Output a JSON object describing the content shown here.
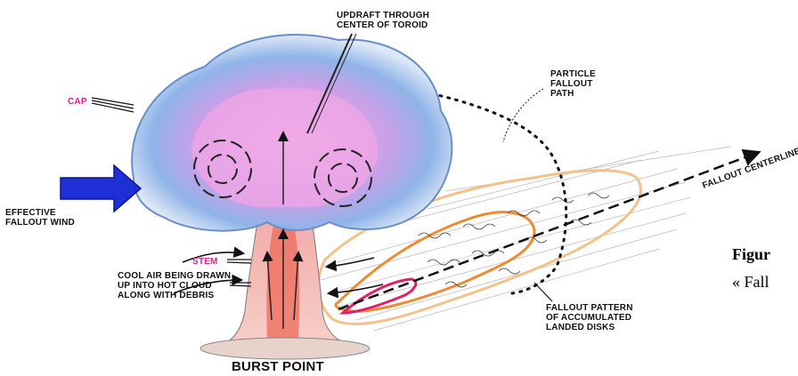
{
  "labels": {
    "updraft": [
      "UPDRAFT THROUGH",
      "CENTER OF TOROID"
    ],
    "particle": [
      "PARTICLE",
      "FALLOUT",
      "PATH"
    ],
    "cap": "CAP",
    "effective_wind": [
      "EFFECTIVE",
      "FALLOUT WIND"
    ],
    "centerline": "FALLOUT CENTERLINE",
    "stem": "STEM",
    "cool_air": [
      "COOL AIR BEING DRAWN",
      "UP INTO HOT CLOUD",
      "ALONG WITH DEBRIS"
    ],
    "fallout_pattern": [
      "FALLOUT PATTERN",
      "OF ACCUMULATED",
      "LANDED DISKS"
    ],
    "burst_point": "BURST POINT"
  },
  "caption": {
    "figure": "Figur",
    "subtitle": "« Fall"
  },
  "colors": {
    "cloud_blue": "#5b8fd6",
    "cloud_pink": "#e58ad6",
    "stem_red": "#e8503a",
    "label_pink": "#e0208c",
    "wind_arrow": "#1f2fd8",
    "outer_contour": "#f2c28a",
    "middle_contour": "#f08a30",
    "inner_contour": "#e0206a"
  }
}
